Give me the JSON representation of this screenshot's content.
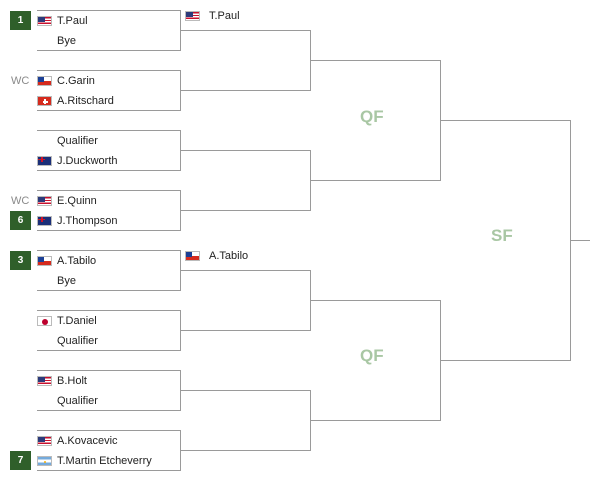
{
  "rounds": {
    "qf": "QF",
    "sf": "SF"
  },
  "matches": [
    {
      "players": [
        {
          "seed": "1",
          "tag": "",
          "flag": "usa",
          "name": "T.Paul"
        },
        {
          "seed": "",
          "tag": "",
          "flag": "",
          "name": "Bye"
        }
      ]
    },
    {
      "players": [
        {
          "seed": "",
          "tag": "WC",
          "flag": "chile",
          "name": "C.Garin"
        },
        {
          "seed": "",
          "tag": "",
          "flag": "swiss",
          "name": "A.Ritschard"
        }
      ]
    },
    {
      "players": [
        {
          "seed": "",
          "tag": "",
          "flag": "",
          "name": "Qualifier"
        },
        {
          "seed": "",
          "tag": "",
          "flag": "aus",
          "name": "J.Duckworth"
        }
      ]
    },
    {
      "players": [
        {
          "seed": "",
          "tag": "WC",
          "flag": "usa",
          "name": "E.Quinn"
        },
        {
          "seed": "6",
          "tag": "",
          "flag": "aus",
          "name": "J.Thompson"
        }
      ]
    },
    {
      "players": [
        {
          "seed": "3",
          "tag": "",
          "flag": "chile",
          "name": "A.Tabilo"
        },
        {
          "seed": "",
          "tag": "",
          "flag": "",
          "name": "Bye"
        }
      ]
    },
    {
      "players": [
        {
          "seed": "",
          "tag": "",
          "flag": "japan",
          "name": "T.Daniel"
        },
        {
          "seed": "",
          "tag": "",
          "flag": "",
          "name": "Qualifier"
        }
      ]
    },
    {
      "players": [
        {
          "seed": "",
          "tag": "",
          "flag": "usa",
          "name": "B.Holt"
        },
        {
          "seed": "",
          "tag": "",
          "flag": "",
          "name": "Qualifier"
        }
      ]
    },
    {
      "players": [
        {
          "seed": "",
          "tag": "",
          "flag": "usa",
          "name": "A.Kovacevic"
        },
        {
          "seed": "7",
          "tag": "",
          "flag": "argentina",
          "name": "T.Martin Etcheverry"
        }
      ]
    }
  ],
  "round2_advancers": [
    {
      "match": 0,
      "flag": "usa",
      "name": "T.Paul"
    },
    {
      "match": 4,
      "flag": "chile",
      "name": "A.Tabilo"
    }
  ]
}
